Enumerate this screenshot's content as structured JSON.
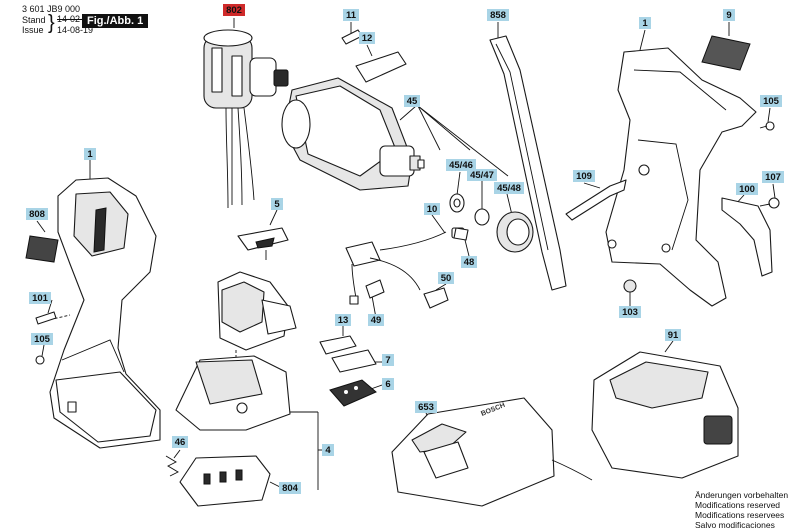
{
  "header": {
    "part_number": "3 601 JB9 000",
    "stand_label": "Stand",
    "stand_date_struck": "14-02-17",
    "issue_label": "Issue",
    "issue_date": "14-08-19",
    "figure_label": "Fig./Abb. 1"
  },
  "footer_notes": [
    "Änderungen vorbehalten",
    "Modifications reserved",
    "Modifications reservees",
    "Salvo modificaciones"
  ],
  "charger_brand": "BOSCH",
  "labels": {
    "l802": "802",
    "l11": "11",
    "l12": "12",
    "l858": "858",
    "l1a": "1",
    "l9": "9",
    "l45": "45",
    "l105a": "105",
    "l1b": "1",
    "l4546": "45/46",
    "l4547": "45/47",
    "l4548": "45/48",
    "l109": "109",
    "l107": "107",
    "l100": "100",
    "l808": "808",
    "l5": "5",
    "l10": "10",
    "l48": "48",
    "l50": "50",
    "l101": "101",
    "l105b": "105",
    "l13": "13",
    "l49": "49",
    "l7": "7",
    "l6": "6",
    "l4": "4",
    "l103": "103",
    "l91": "91",
    "l653": "653",
    "l46": "46",
    "l804": "804"
  },
  "highlight_color": "#cf2a2a",
  "label_color": "#a9d4e6"
}
